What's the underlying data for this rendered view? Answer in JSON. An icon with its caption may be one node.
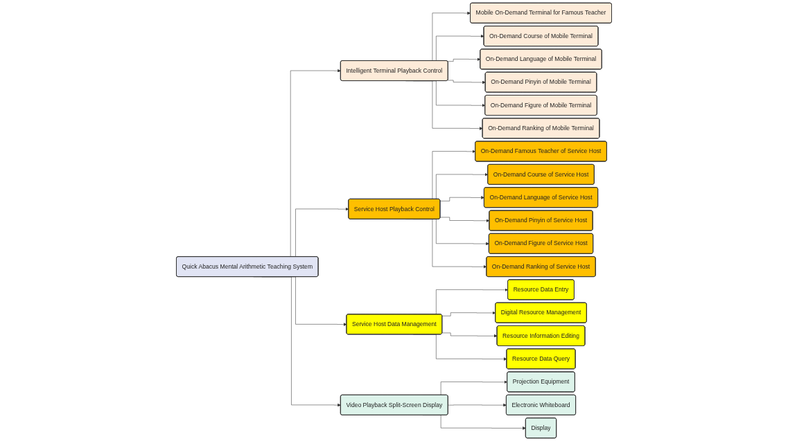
{
  "diagram": {
    "nodes": [
      {
        "text": [
          "Quick Abacus Mental Arithmetic Teaching System"
        ]
      },
      {
        "text": [
          "Intelligent Terminal Playback Control"
        ]
      },
      {
        "text": [
          "Mobile On-Demand Terminal for Famous Teacher"
        ]
      },
      {
        "text": [
          "On-Demand Course of Mobile Terminal"
        ]
      },
      {
        "text": [
          "On-Demand Language of Mobile Terminal"
        ]
      },
      {
        "text": [
          "On-Demand Pinyin of Mobile Terminal"
        ]
      },
      {
        "text": [
          "On-Demand Figure of Mobile Terminal"
        ]
      },
      {
        "text": [
          "On-Demand Ranking of Mobile Terminal"
        ]
      },
      {
        "text": [
          "Service Host Playback Control"
        ]
      },
      {
        "text": [
          "On-Demand Famous Teacher of Service Host"
        ]
      },
      {
        "text": [
          "On-Demand Course of Service Host"
        ]
      },
      {
        "text": [
          "On-Demand Language of Service Host"
        ]
      },
      {
        "text": [
          "On-Demand Pinyin of Service Host"
        ]
      },
      {
        "text": [
          "On-Demand Figure of Service Host"
        ]
      },
      {
        "text": [
          "On-Demand Ranking of Service Host"
        ]
      },
      {
        "text": [
          "Service Host Data Management"
        ]
      },
      {
        "text": [
          "Resource Data Entry"
        ]
      },
      {
        "text": [
          "Digital Resource Management"
        ]
      },
      {
        "text": [
          "Resource Information Editing"
        ]
      },
      {
        "text": [
          "Resource Data Query"
        ]
      },
      {
        "text": [
          "Video Playback Split-Screen Display"
        ]
      },
      {
        "text": [
          "Projection Equipment"
        ]
      },
      {
        "text": [
          "Electronic Whiteboard"
        ]
      },
      {
        "text": [
          "Display"
        ]
      }
    ],
    "edges": [
      {
        "from": 0,
        "to": 1,
        "arrow": "to"
      },
      {
        "from": 0,
        "to": 8,
        "arrow": "to"
      },
      {
        "from": 0,
        "to": 15,
        "arrow": "to"
      },
      {
        "from": 0,
        "to": 20,
        "arrow": "to"
      },
      {
        "from": 1,
        "to": 2,
        "arrow": "to"
      },
      {
        "from": 1,
        "to": 3,
        "arrow": "to"
      },
      {
        "from": 1,
        "to": 4,
        "arrow": "to"
      },
      {
        "from": 1,
        "to": 5,
        "arrow": "to"
      },
      {
        "from": 1,
        "to": 6,
        "arrow": "to"
      },
      {
        "from": 1,
        "to": 7,
        "arrow": "to"
      },
      {
        "from": 8,
        "to": 9,
        "arrow": "to"
      },
      {
        "from": 8,
        "to": 10,
        "arrow": "to"
      },
      {
        "from": 8,
        "to": 11,
        "arrow": "to"
      },
      {
        "from": 8,
        "to": 12,
        "arrow": "to"
      },
      {
        "from": 8,
        "to": 13,
        "arrow": "to"
      },
      {
        "from": 8,
        "to": 14,
        "arrow": "to"
      },
      {
        "from": 15,
        "to": 16,
        "arrow": "to"
      },
      {
        "from": 15,
        "to": 17,
        "arrow": "to"
      },
      {
        "from": 15,
        "to": 18,
        "arrow": "to"
      },
      {
        "from": 15,
        "to": 19,
        "arrow": "to"
      },
      {
        "from": 20,
        "to": 21,
        "arrow": "to"
      },
      {
        "from": 20,
        "to": 22,
        "arrow": "to"
      },
      {
        "from": 20,
        "to": 23,
        "arrow": "to"
      }
    ]
  }
}
